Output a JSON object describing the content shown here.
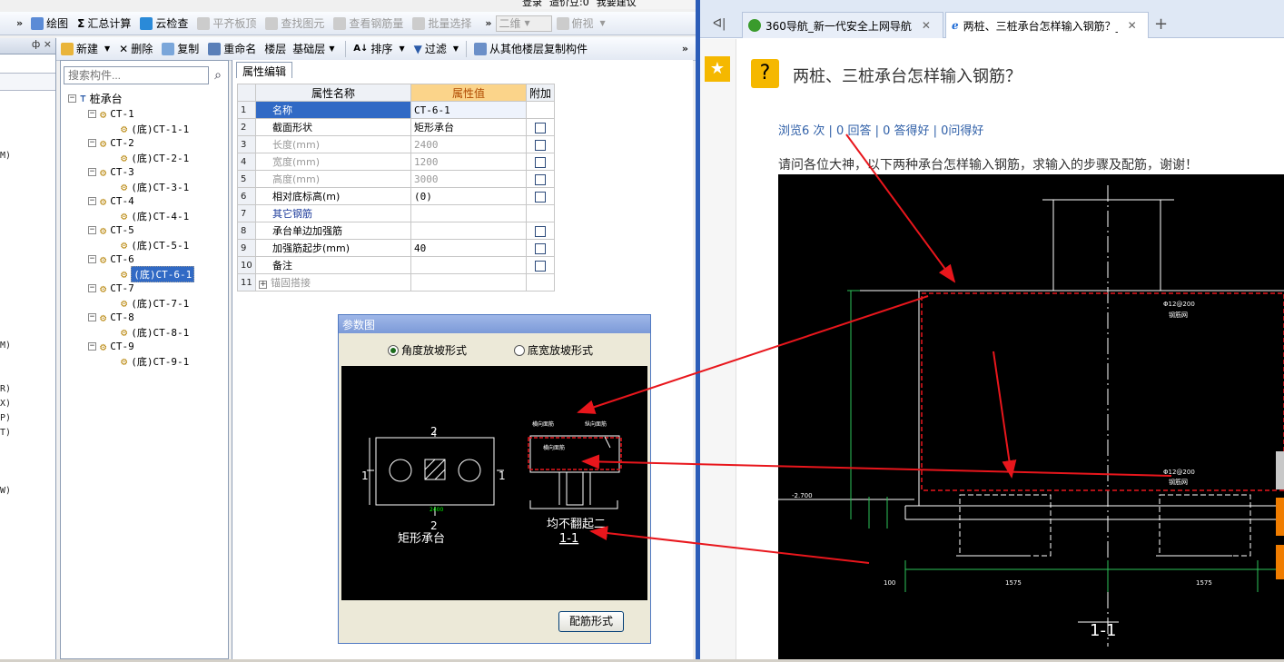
{
  "top_strip": {
    "items": [
      "登录",
      "造价豆:0",
      "我要建议"
    ]
  },
  "toolbar1": {
    "chevron": "»",
    "items": [
      {
        "label": "绘图",
        "enabled": true
      },
      {
        "label": "汇总计算",
        "enabled": true
      },
      {
        "label": "云检查",
        "enabled": true
      },
      {
        "label": "平齐板顶",
        "enabled": false
      },
      {
        "label": "查找图元",
        "enabled": false
      },
      {
        "label": "查看钢筋量",
        "enabled": false
      },
      {
        "label": "批量选择",
        "enabled": false
      }
    ],
    "view_mode": "二维",
    "view_angle": "俯视"
  },
  "toolbar2": {
    "items": [
      "新建",
      "删除",
      "复制",
      "重命名"
    ],
    "floor_label": "楼层",
    "floor_value": "基础层",
    "sort": "排序",
    "filter": "过滤",
    "copy_from": "从其他楼层复制构件"
  },
  "left_panel": {
    "pin": "ф ×",
    "labels": [
      "M)",
      "M)",
      "R)",
      "X)",
      "P)",
      "T)",
      "W)"
    ]
  },
  "tree": {
    "search_placeholder": "搜索构件...",
    "root": "桩承台",
    "nodes": [
      {
        "name": "CT-1",
        "child": "(底)CT-1-1"
      },
      {
        "name": "CT-2",
        "child": "(底)CT-2-1"
      },
      {
        "name": "CT-3",
        "child": "(底)CT-3-1"
      },
      {
        "name": "CT-4",
        "child": "(底)CT-4-1"
      },
      {
        "name": "CT-5",
        "child": "(底)CT-5-1"
      },
      {
        "name": "CT-6",
        "child": "(底)CT-6-1",
        "selected": true
      },
      {
        "name": "CT-7",
        "child": "(底)CT-7-1"
      },
      {
        "name": "CT-8",
        "child": "(底)CT-8-1"
      },
      {
        "name": "CT-9",
        "child": "(底)CT-9-1"
      }
    ]
  },
  "properties": {
    "tab": "属性编辑",
    "headers": [
      "属性名称",
      "属性值",
      "附加"
    ],
    "rows": [
      {
        "n": "1",
        "name": "名称",
        "value": "CT-6-1",
        "check": false,
        "style": "selected"
      },
      {
        "n": "2",
        "name": "截面形状",
        "value": "矩形承台",
        "check": true,
        "style": "normal"
      },
      {
        "n": "3",
        "name": "长度(mm)",
        "value": "2400",
        "check": true,
        "style": "dim"
      },
      {
        "n": "4",
        "name": "宽度(mm)",
        "value": "1200",
        "check": true,
        "style": "dim"
      },
      {
        "n": "5",
        "name": "高度(mm)",
        "value": "3000",
        "check": true,
        "style": "dim"
      },
      {
        "n": "6",
        "name": "相对底标高(m)",
        "value": "(0)",
        "check": true,
        "style": "normal"
      },
      {
        "n": "7",
        "name": "其它钢筋",
        "value": "",
        "check": false,
        "style": "blue"
      },
      {
        "n": "8",
        "name": "承台单边加强筋",
        "value": "",
        "check": true,
        "style": "normal"
      },
      {
        "n": "9",
        "name": "加强筋起步(mm)",
        "value": "40",
        "check": true,
        "style": "normal"
      },
      {
        "n": "10",
        "name": "备注",
        "value": "",
        "check": true,
        "style": "normal"
      },
      {
        "n": "11",
        "name": "锚固搭接",
        "value": "",
        "check": false,
        "style": "dim",
        "expand": "+"
      }
    ]
  },
  "param_dialog": {
    "title": "参数图",
    "options": [
      "角度放坡形式",
      "底宽放坡形式"
    ],
    "selected_option": 0,
    "drawing_labels": {
      "shape": "矩形承台",
      "note": "均不翻起二",
      "section": "1-1",
      "mark1": "1",
      "mark2": "2",
      "dim": "2400"
    },
    "button": "配筋形式"
  },
  "browser": {
    "nav_back": "ᐊ|",
    "tabs": [
      {
        "title": "360导航_新一代安全上网导航",
        "active": false
      },
      {
        "title": "两桩、三桩承台怎样输入钢筋？_",
        "active": true
      }
    ],
    "new_tab": "+",
    "question_title": "两桩、三桩承台怎样输入钢筋？",
    "stats": "浏览6 次 | 0 回答 | 0 答得好 | 0问得好",
    "question_body": "请问各位大神，以下两种承台怎样输入钢筋，求输入的步骤及配筋，谢谢！",
    "cad_labels": {
      "section": "1-1",
      "rebar1": "Φ12@200",
      "rebar1b": "钢筋网",
      "elev": "-2.700",
      "dim1": "1575",
      "dim2": "1575",
      "dim3": "100"
    }
  },
  "colors": {
    "accent_blue": "#2c5db8",
    "arrow_red": "#e8161c",
    "orange": "#f07d00",
    "header_orange": "#fbd48a"
  }
}
